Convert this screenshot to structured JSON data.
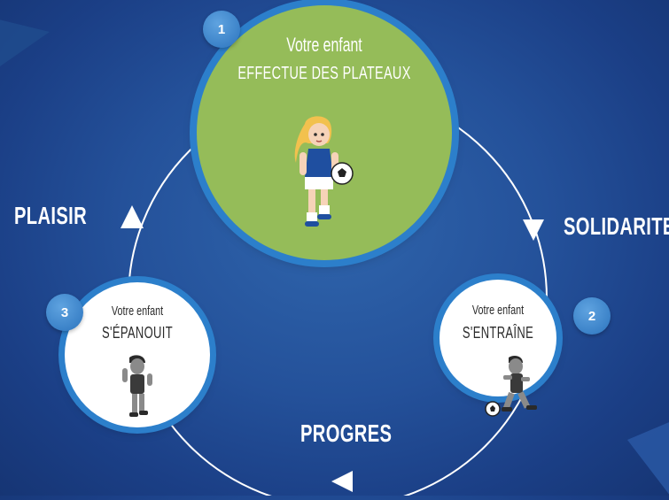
{
  "steps": [
    {
      "number": "1",
      "line1": "Votre enfant",
      "line2": "EFFECTUE DES PLATEAUX"
    },
    {
      "number": "2",
      "line1": "Votre enfant",
      "line2": "S'ENTRAÎNE"
    },
    {
      "number": "3",
      "line1": "Votre enfant",
      "line2": "S'ÉPANOUIT"
    }
  ],
  "values": {
    "plaisir": "PLAISIR",
    "solidarite": "SOLIDARITE",
    "progres": "PROGRES"
  },
  "colors": {
    "background": "#24519a",
    "step1_fill": "#95bc59",
    "ring": "#2c7fcb",
    "badge": "#3b82c8",
    "cycle_line": "#ffffff"
  },
  "icons": {
    "step1": "girl-footballer-icon",
    "step2": "boy-running-with-ball-icon",
    "step3": "boy-celebrating-icon"
  }
}
